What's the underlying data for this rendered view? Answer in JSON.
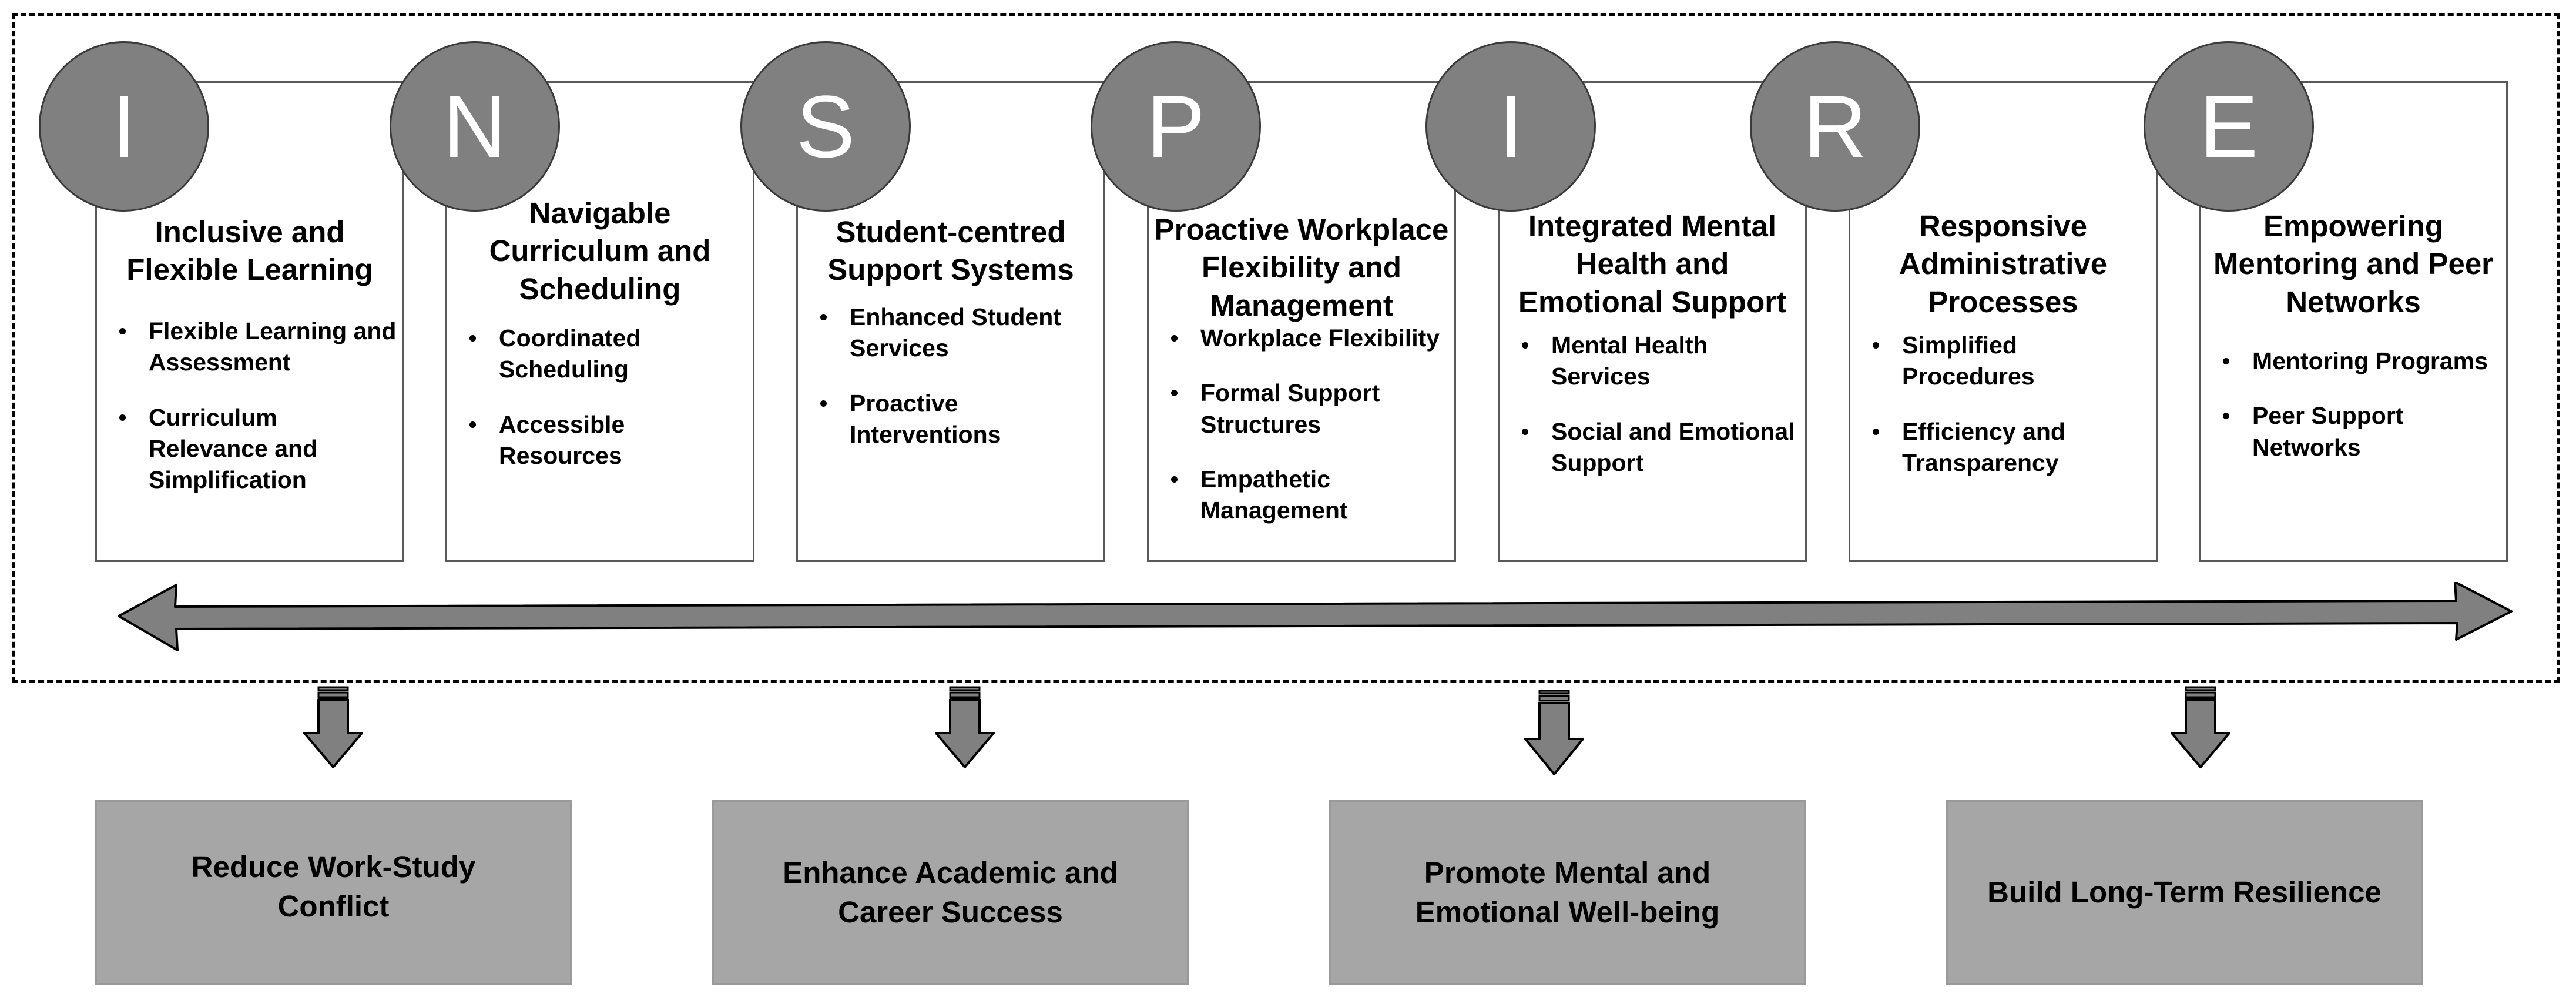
{
  "letters": [
    "I",
    "N",
    "S",
    "P",
    "I",
    "R",
    "E"
  ],
  "pillars": [
    {
      "title": "Inclusive and Flexible Learning",
      "items": [
        "Flexible Learning and Assessment",
        "Curriculum Relevance and Simplification"
      ]
    },
    {
      "title": "Navigable Curriculum and Scheduling",
      "items": [
        "Coordinated Scheduling",
        "Accessible Resources"
      ]
    },
    {
      "title": "Student-centred Support Systems",
      "items": [
        "Enhanced Student Services",
        "Proactive Interventions"
      ]
    },
    {
      "title": "Proactive Workplace Flexibility and Management",
      "items": [
        "Workplace Flexibility",
        "Formal Support Structures",
        "Empathetic Management"
      ]
    },
    {
      "title": "Integrated Mental Health and Emotional Support",
      "items": [
        "Mental Health Services",
        "Social and Emotional Support"
      ]
    },
    {
      "title": "Responsive Administrative Processes",
      "items": [
        "Simplified Procedures",
        "Efficiency and Transparency"
      ]
    },
    {
      "title": "Empowering Mentoring and Peer Networks",
      "items": [
        "Mentoring Programs",
        "Peer Support Networks"
      ]
    }
  ],
  "outcomes": [
    "Reduce Work-Study Conflict",
    "Enhance Academic and Career Success",
    "Promote Mental and Emotional Well-being",
    "Build Long-Term Resilience"
  ],
  "colors": {
    "circle_fill": "#808080",
    "outcome_fill": "#a6a6a6",
    "arrow_fill": "#808080"
  }
}
